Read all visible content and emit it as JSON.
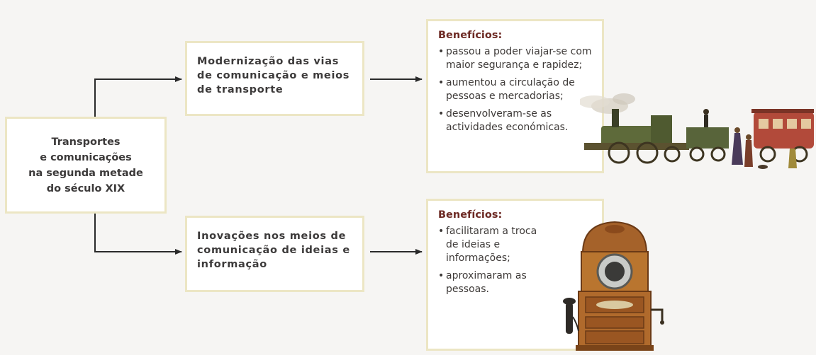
{
  "root": {
    "title": "Transportes\ne comunicações\nna segunda metade\ndo século XIX"
  },
  "branches": [
    {
      "label": "Modernização das vias de comunicação e meios de transporte",
      "benefits_title": "Benefícios:",
      "benefits": [
        "passou a poder viajar-se com maior segurança e rapidez;",
        "aumentou a circulação de pessoas e mercadorias;",
        "desenvolveram-se as actividades económicas."
      ],
      "illustration_icon": "steam-train-icon"
    },
    {
      "label": "Inovações nos meios de comunicação de ideias e informação",
      "benefits_title": "Benefícios:",
      "benefits": [
        "facilitaram a troca de ideias e informações;",
        "aproximaram as pessoas."
      ],
      "illustration_icon": "antique-telephone-icon"
    }
  ],
  "colors": {
    "box_border": "#ece6c4",
    "benefits_title": "#6d2a24",
    "connector": "#2a2a2a"
  }
}
